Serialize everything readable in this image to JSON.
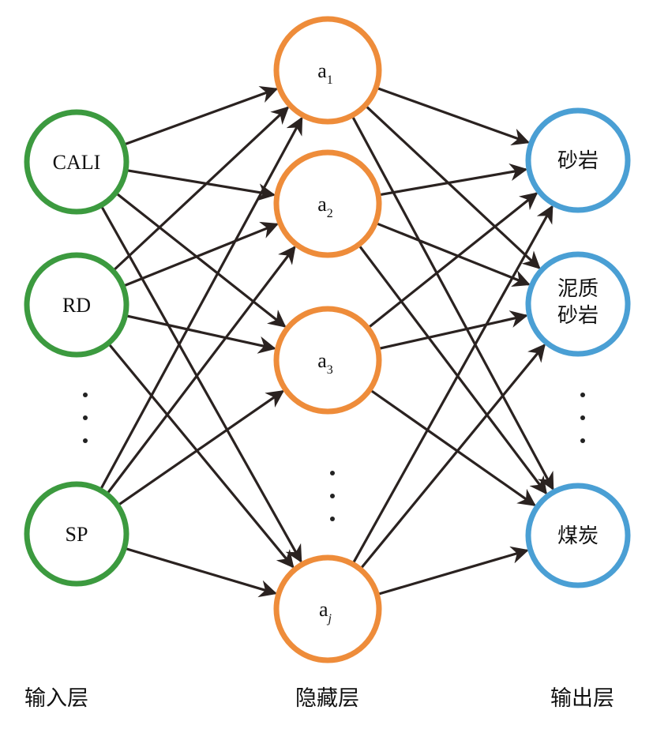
{
  "colors": {
    "input": "#3c9a3f",
    "hidden": "#ee8c3a",
    "output": "#4a9fd4",
    "edge": "#2a2220"
  },
  "input_layer": {
    "label": "输入层",
    "nodes": [
      {
        "label": "CALI"
      },
      {
        "label": "RD"
      },
      {
        "label": "SP"
      }
    ]
  },
  "hidden_layer": {
    "label": "隐藏层",
    "nodes": [
      {
        "base": "a",
        "sub": "1"
      },
      {
        "base": "a",
        "sub": "2"
      },
      {
        "base": "a",
        "sub": "3"
      },
      {
        "base": "a",
        "sub": "j"
      }
    ]
  },
  "output_layer": {
    "label": "输出层",
    "nodes": [
      {
        "lines": [
          "砂岩"
        ]
      },
      {
        "lines": [
          "泥质",
          "砂岩"
        ]
      },
      {
        "lines": [
          "煤炭"
        ]
      }
    ]
  }
}
